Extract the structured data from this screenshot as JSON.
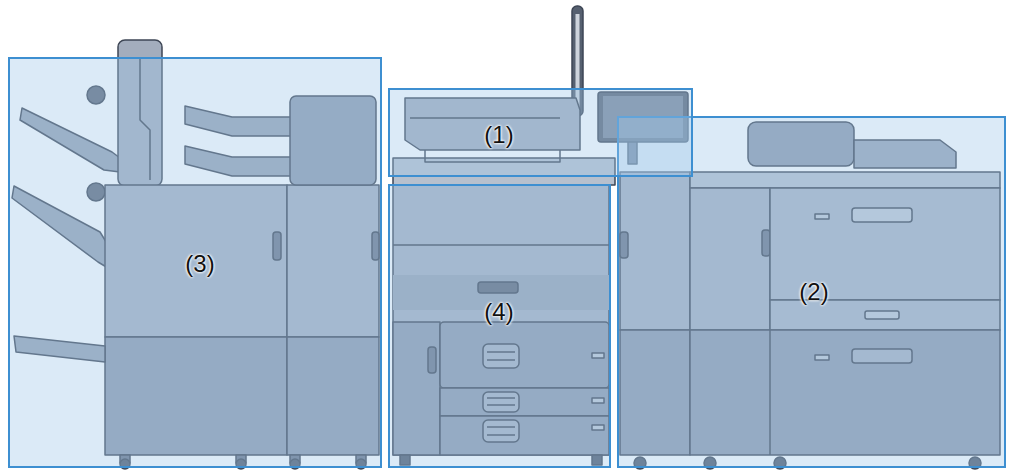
{
  "diagram": {
    "nodes": [
      {
        "text": [
          "(1)"
        ]
      },
      {
        "text": [
          "(2)"
        ]
      },
      {
        "text": [
          "(3)"
        ]
      },
      {
        "text": [
          "(4)"
        ]
      }
    ]
  }
}
